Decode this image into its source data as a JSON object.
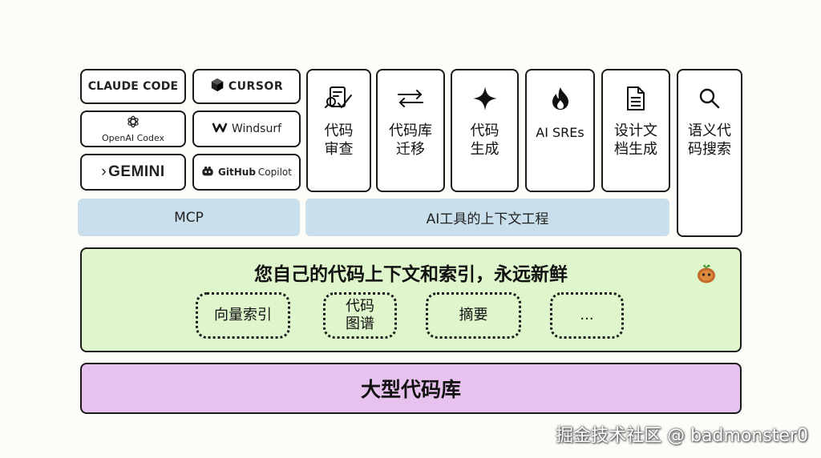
{
  "agents": {
    "claude_code": "CLAUDE CODE",
    "cursor": "CURSOR",
    "openai_codex": "OpenAI Codex",
    "windsurf": "Windsurf",
    "gemini": "GEMINI",
    "github": "GitHub",
    "copilot": "Copilot"
  },
  "tools": [
    {
      "label": "代码审查",
      "icon": "code-review-icon"
    },
    {
      "label": "代码库迁移",
      "icon": "migrate-arrows-icon"
    },
    {
      "label": "代码生成",
      "icon": "sparkle-icon"
    },
    {
      "label": "AI SREs",
      "icon": "fire-icon"
    },
    {
      "label": "设计文档生成",
      "icon": "document-icon"
    },
    {
      "label": "语义代码搜索",
      "icon": "search-icon"
    }
  ],
  "bands": {
    "mcp": "MCP",
    "context_engineering": "AI工具的上下文工程"
  },
  "context_layer": {
    "title": "您自己的代码上下文和索引，永远新鲜",
    "items": [
      "向量索引",
      "代码图谱",
      "摘要",
      "..."
    ]
  },
  "codebase": "大型代码库",
  "watermark": "掘金技术社区 @ badmonster0",
  "colors": {
    "band": "#c9e0ec",
    "context_bg": "#dff5cc",
    "codebase_bg": "#e8c2ee"
  }
}
